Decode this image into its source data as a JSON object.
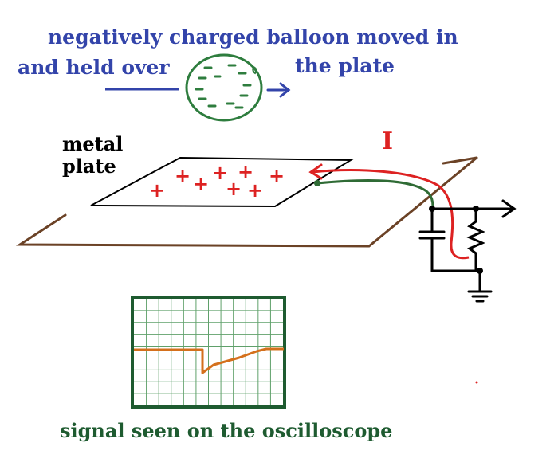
{
  "labels": {
    "title_line1": "negatively charged balloon moved in",
    "title_line2_left": "and held over",
    "title_line2_right": "the plate",
    "metal_plate_line1": "metal",
    "metal_plate_line2": "plate",
    "current": "I",
    "caption": "signal seen on the oscilloscope"
  },
  "symbols": {
    "negative": "−",
    "positive": "+"
  },
  "colors": {
    "label_blue": "#3344aa",
    "balloon_green": "#2e7d3e",
    "charge_red": "#dd2222",
    "frame_brown": "#6b4226",
    "wire_green": "#2f6b35",
    "scope_frame": "#1e5b30",
    "scope_grid": "#5fa06a",
    "signal_orange": "#d4701c"
  },
  "counts": {
    "balloon_negative_charges": 12,
    "plate_positive_charges": 8
  }
}
